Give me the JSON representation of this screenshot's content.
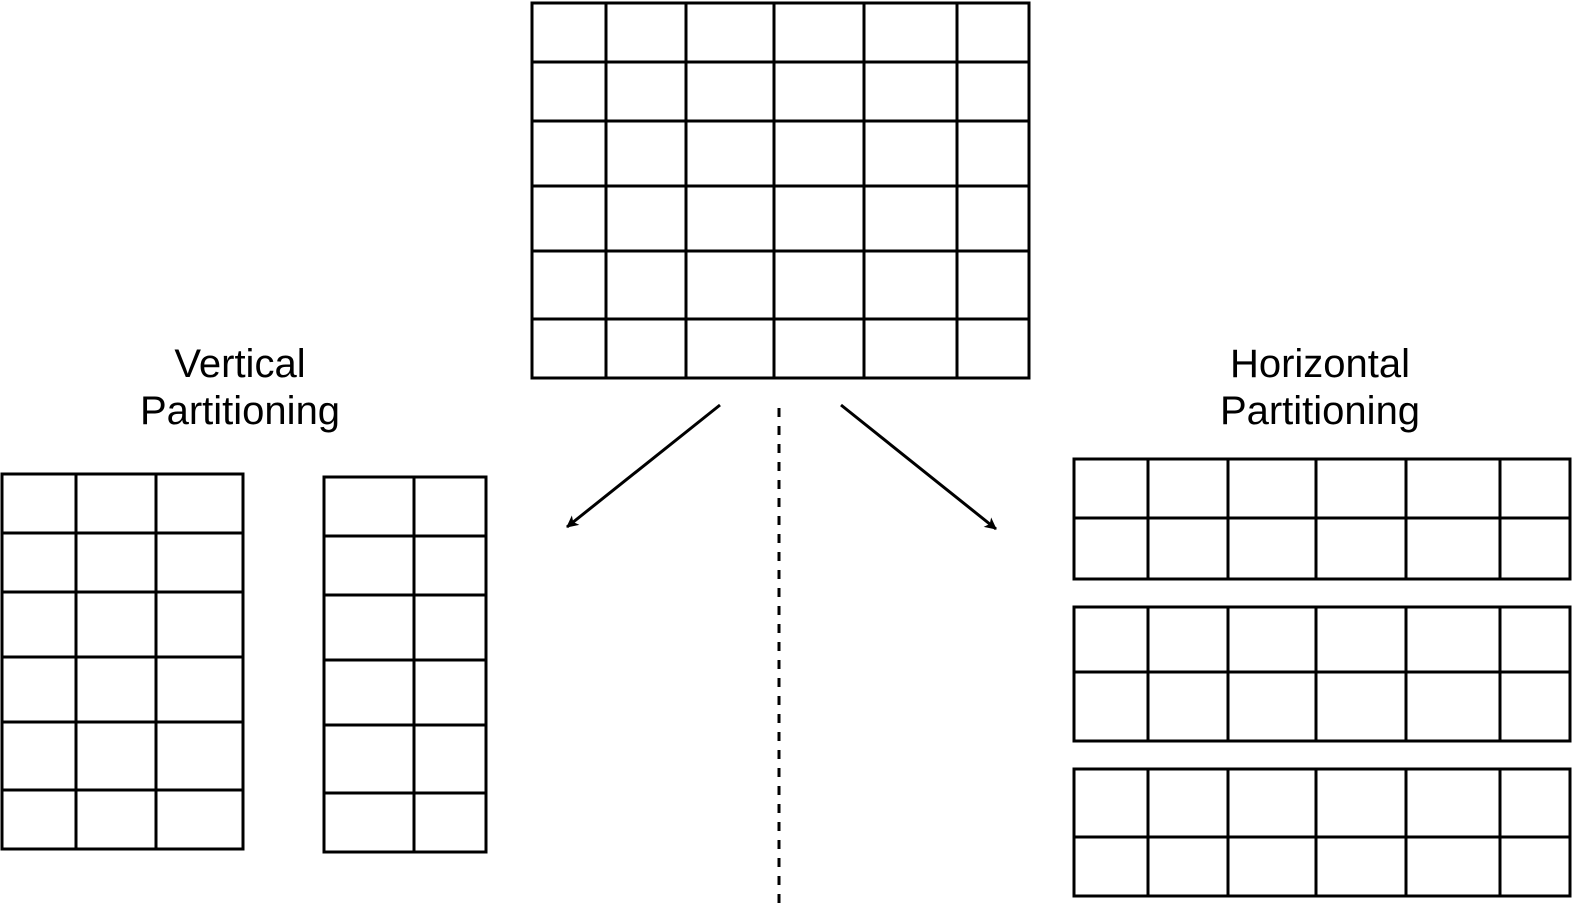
{
  "labels": {
    "vertical": [
      "Vertical",
      "Partitioning"
    ],
    "horizontal": [
      "Horizontal",
      "Partitioning"
    ]
  },
  "colors": {
    "stroke": "#000000",
    "background": "#ffffff"
  },
  "tables": {
    "original": {
      "rows": 6,
      "columns": 6
    },
    "vertical_partitions": [
      {
        "rows": 6,
        "columns": 3
      },
      {
        "rows": 6,
        "columns": 2
      }
    ],
    "horizontal_partitions": [
      {
        "rows": 2,
        "columns": 6
      },
      {
        "rows": 2,
        "columns": 6
      },
      {
        "rows": 2,
        "columns": 6
      }
    ]
  }
}
